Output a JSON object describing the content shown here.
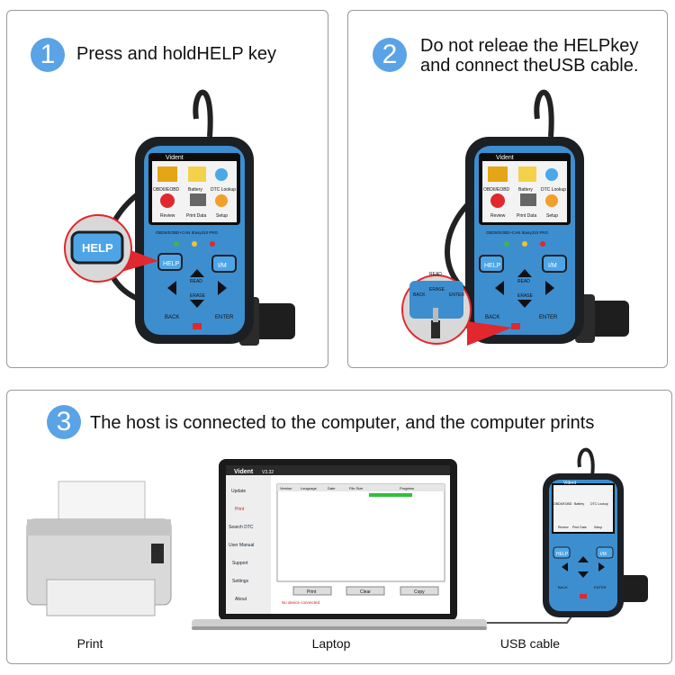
{
  "steps": [
    {
      "number": "1",
      "text": "Press and holdHELP key"
    },
    {
      "number": "2",
      "text": "Do not releae the HELPkey\nand connect theUSB cable."
    },
    {
      "number": "3",
      "text": "The host is connected to the computer, and the computer prints"
    }
  ],
  "device": {
    "brand": "Vident",
    "model_line": "OBDII/EOBD+CAN iEasy310 PRO",
    "menu": [
      "OBDII/EOBD",
      "Battery",
      "DTC Lookup",
      "Review",
      "Print Data",
      "Setup"
    ],
    "keys": {
      "help": "HELP",
      "im": "I/M",
      "read": "READ",
      "erase": "ERASE",
      "back": "BACK",
      "enter": "ENTER"
    },
    "help_zoom": "HELP"
  },
  "laptop": {
    "app_brand": "Vident",
    "app_version": "V3.32",
    "sidebar": [
      "Update",
      "Print",
      "Search DTC",
      "User Manual",
      "Support",
      "Settings",
      "About"
    ],
    "table_headers": [
      "Version",
      "Language",
      "Date",
      "File Size",
      "Progress"
    ],
    "buttons": [
      "Print",
      "Clear",
      "Copy"
    ],
    "status": "No device connected."
  },
  "captions": {
    "print": "Print",
    "laptop": "Laptop",
    "usb": "USB cable"
  },
  "colors": {
    "accent": "#5aa3e6",
    "device_blue": "#3d8ecf",
    "device_dark": "#1c1f24",
    "arrow_red": "#e0282e"
  }
}
